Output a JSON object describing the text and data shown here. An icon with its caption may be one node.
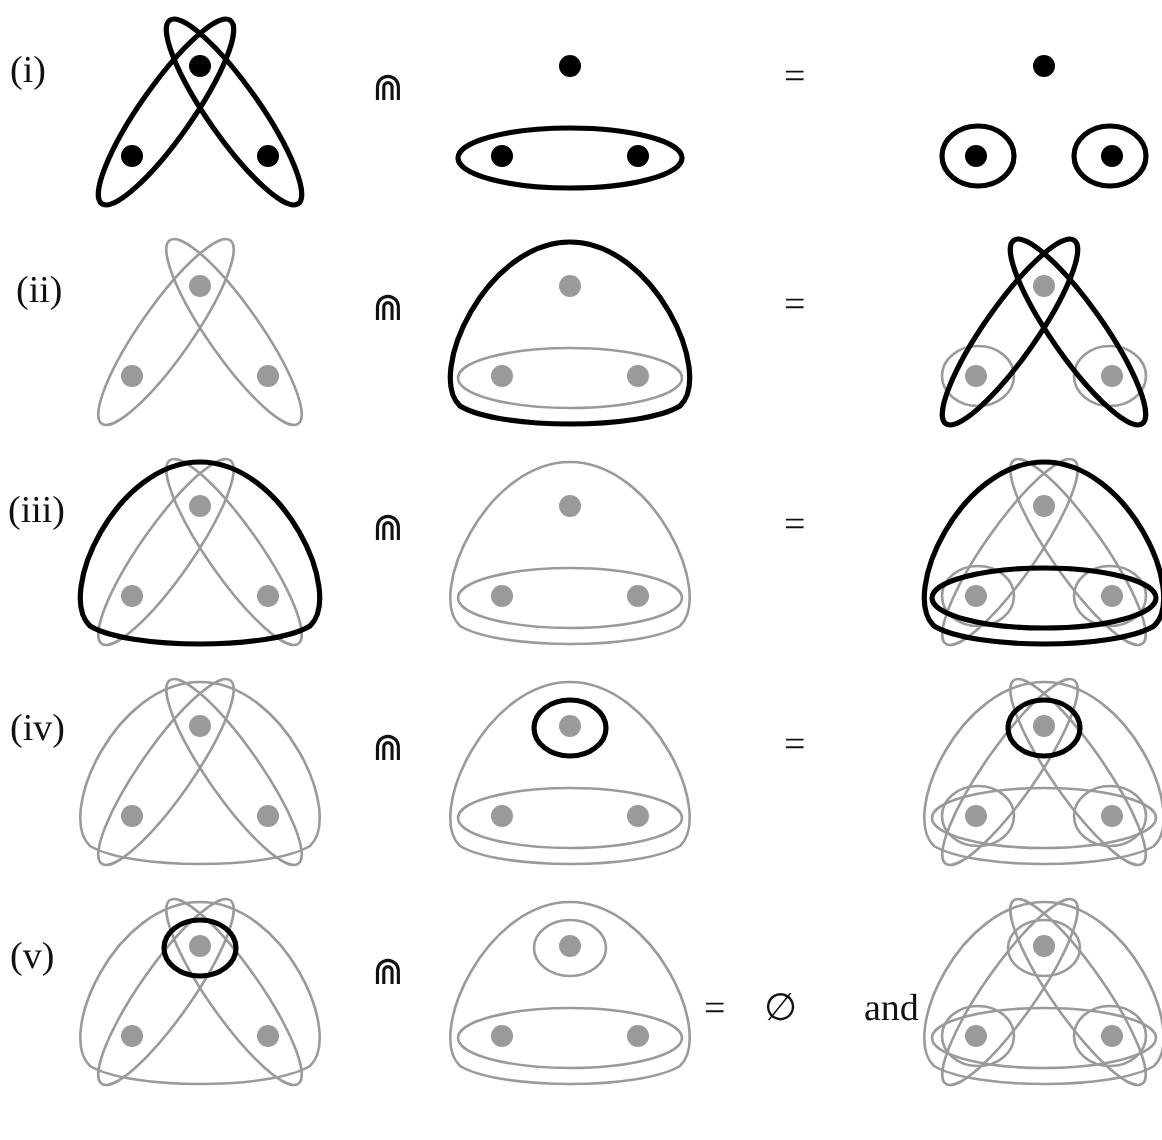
{
  "diagram": {
    "labels": [
      "(i)",
      "⋒",
      "=",
      "(ii)",
      "⋒",
      "=",
      "(iii)",
      "⋒",
      "=",
      "(iv)",
      "⋒",
      "=",
      "(v)",
      "⋒",
      "=",
      "∅",
      "and"
    ]
  }
}
